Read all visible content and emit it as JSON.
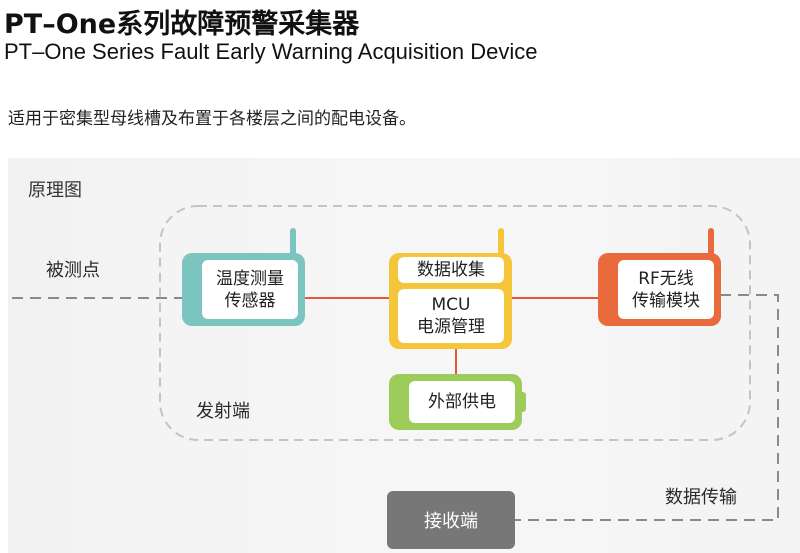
{
  "title": "PT–One系列故障预警采集器",
  "subtitle": "PT–One Series Fault Early Warning Acquisition Device",
  "description": "适用于密集型母线槽及布置于各楼层之间的配电设备。",
  "diagram": {
    "panel_title": "原理图",
    "measured_point": "被测点",
    "transmitter_label": "发射端",
    "data_transmission": "数据传输",
    "temp_sensor": {
      "line1": "温度测量",
      "line2": "传感器"
    },
    "mcu": {
      "top": "数据收集",
      "line1": "MCU",
      "line2": "电源管理"
    },
    "rf": {
      "line1": "RF无线",
      "line2": "传输模块"
    },
    "power": "外部供电",
    "receiver": "接收端"
  },
  "colors": {
    "teal": "#7cc4c0",
    "yellow": "#f5c53a",
    "orange": "#e96a3c",
    "green": "#9dcc5b",
    "wire": "#e4573a",
    "gray_box": "#777777"
  }
}
